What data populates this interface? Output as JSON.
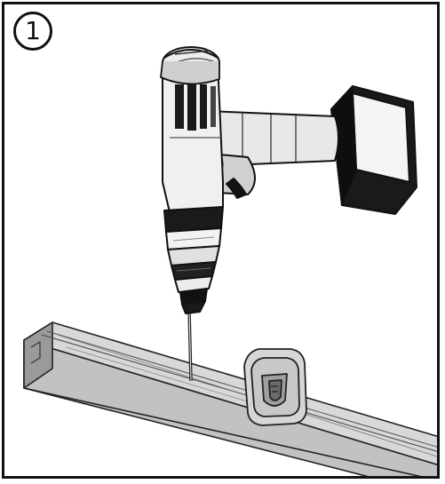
{
  "step": {
    "number": "1"
  },
  "figure": {
    "objects": [
      "cordless-drill",
      "drill-bit",
      "aluminium-rail-profile",
      "tape-measure"
    ]
  }
}
